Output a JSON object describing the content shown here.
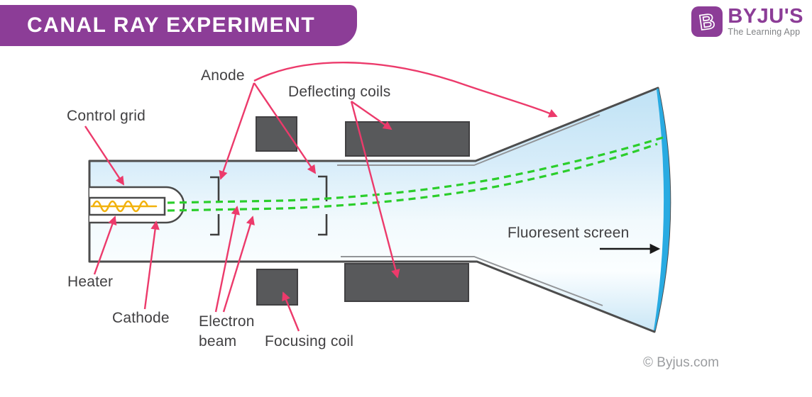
{
  "header": {
    "title": "CANAL RAY EXPERIMENT"
  },
  "logo": {
    "icon_letter": "B",
    "brand": "BYJU'S",
    "tagline": "The Learning App"
  },
  "diagram": {
    "labels": {
      "anode": "Anode",
      "deflecting_coils": "Deflecting coils",
      "control_grid": "Control grid",
      "heater": "Heater",
      "cathode": "Cathode",
      "electron_beam_line1": "Electron",
      "electron_beam_line2": "beam",
      "focusing_coil": "Focusing coil",
      "fluorescent_screen": "Fluoresent screen"
    },
    "colors": {
      "banner_purple": "#8C3D97",
      "callout_pink": "#EC3A6B",
      "beam_green": "#2BCE2B",
      "screen_blue": "#29ABE2",
      "coil_gray": "#58595B",
      "glass_outline": "#4D4D4D",
      "glass_fill_light": "#D3EBF8",
      "heater_yellow": "#F2B20D",
      "label_text": "#414042"
    }
  },
  "footer": {
    "copyright": "© Byjus.com"
  }
}
